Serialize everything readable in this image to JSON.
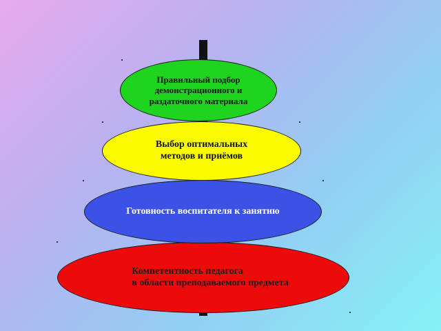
{
  "pyramid": {
    "tiers": [
      {
        "label": "Правильный подбор\nдемонстрационного и\nраздаточного материала",
        "color": "#1fd41f"
      },
      {
        "label": "Выбор оптимальных\nметодов и приёмов",
        "color": "#fbfb00"
      },
      {
        "label": "Готовность воспитателя к занятию",
        "color": "#3a53e6"
      },
      {
        "label": "Компетентность педагога\n    в области преподаваемого предмета",
        "color": "#ec0a0a"
      }
    ],
    "pole_color": "#111111"
  }
}
